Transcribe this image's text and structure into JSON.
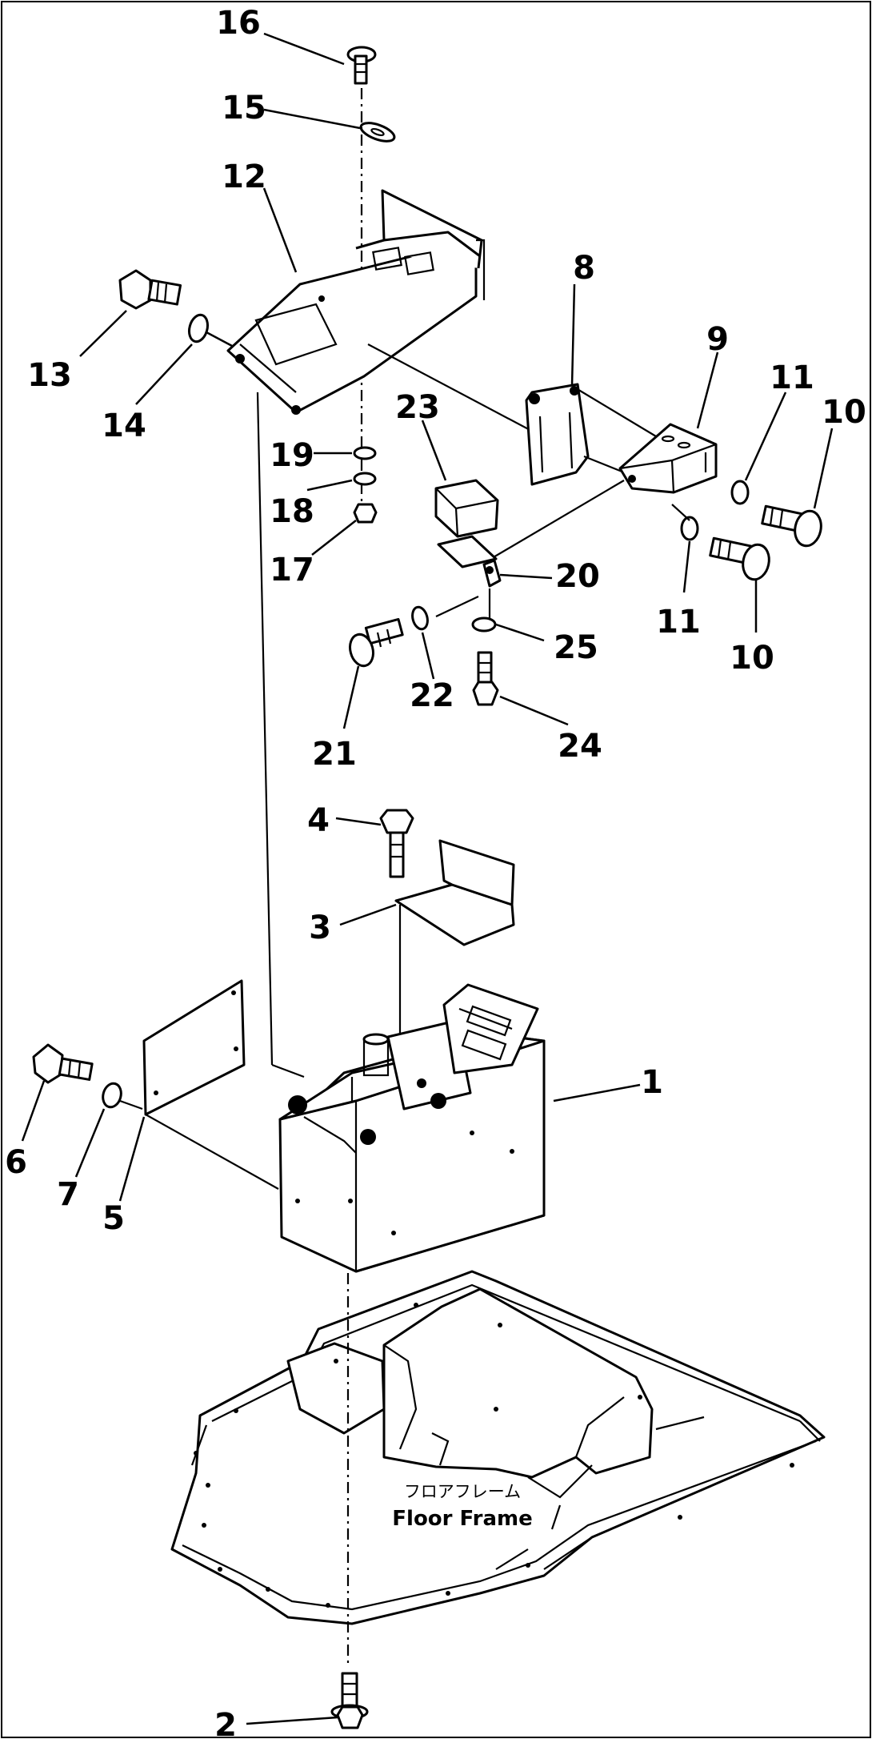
{
  "callouts": [
    {
      "id": "c16",
      "text": "16"
    },
    {
      "id": "c15",
      "text": "15"
    },
    {
      "id": "c12",
      "text": "12"
    },
    {
      "id": "c13",
      "text": "13"
    },
    {
      "id": "c14",
      "text": "14"
    },
    {
      "id": "c8",
      "text": "8"
    },
    {
      "id": "c9",
      "text": "9"
    },
    {
      "id": "c11a",
      "text": "11"
    },
    {
      "id": "c10a",
      "text": "10"
    },
    {
      "id": "c23",
      "text": "23"
    },
    {
      "id": "c19",
      "text": "19"
    },
    {
      "id": "c18",
      "text": "18"
    },
    {
      "id": "c17",
      "text": "17"
    },
    {
      "id": "c20",
      "text": "20"
    },
    {
      "id": "c11b",
      "text": "11"
    },
    {
      "id": "c10b",
      "text": "10"
    },
    {
      "id": "c25",
      "text": "25"
    },
    {
      "id": "c22",
      "text": "22"
    },
    {
      "id": "c21",
      "text": "21"
    },
    {
      "id": "c24",
      "text": "24"
    },
    {
      "id": "c4",
      "text": "4"
    },
    {
      "id": "c3",
      "text": "3"
    },
    {
      "id": "c1",
      "text": "1"
    },
    {
      "id": "c6",
      "text": "6"
    },
    {
      "id": "c7",
      "text": "7"
    },
    {
      "id": "c5",
      "text": "5"
    },
    {
      "id": "c2",
      "text": "2"
    }
  ],
  "floor_caption": {
    "japanese": "フロアフレーム",
    "english": "Floor Frame"
  }
}
